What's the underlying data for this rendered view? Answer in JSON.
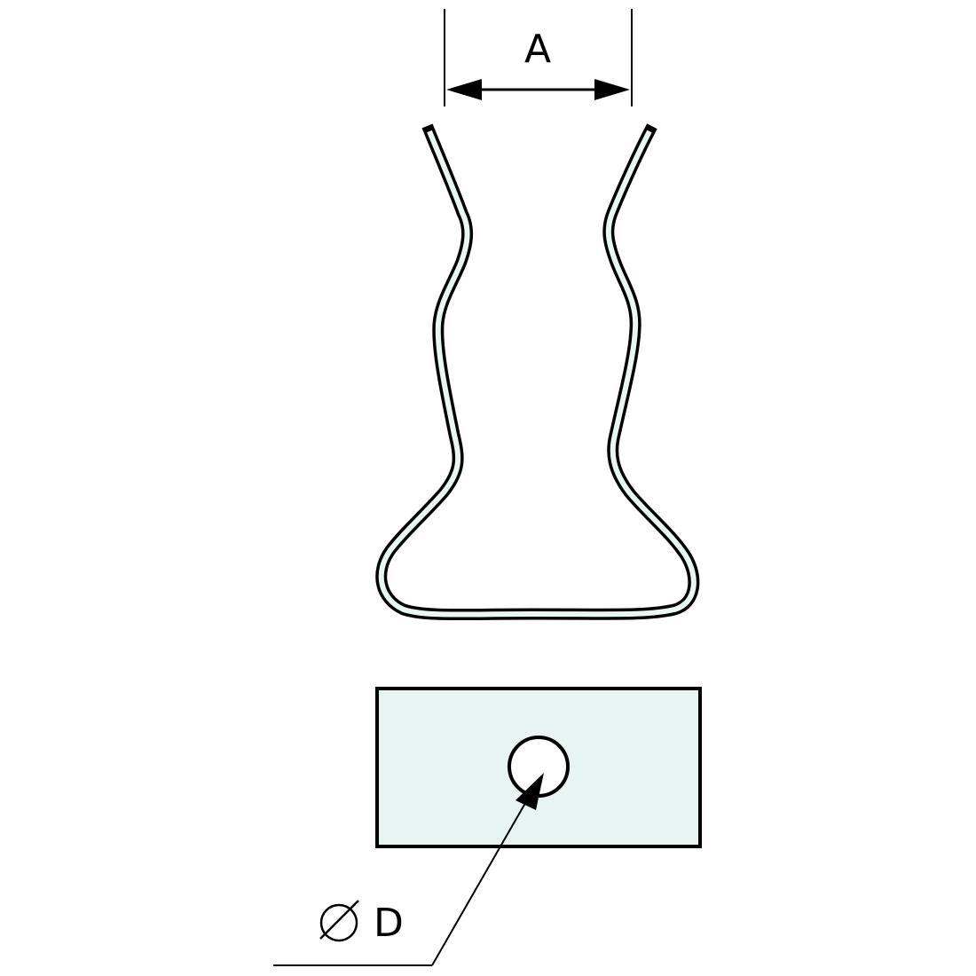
{
  "diagram": {
    "type": "technical drawing",
    "subject": "wire spring clip with mounting plate",
    "colors": {
      "line": "#000000",
      "wire_fill": "#e8f6f4",
      "plate_fill": "#e8f4f2",
      "background": "#ffffff"
    },
    "dimensions": {
      "width_label": "A",
      "hole_diameter_label": "D",
      "diameter_symbol": "⌀"
    },
    "views": [
      {
        "name": "side view",
        "content": "wire spring clip"
      },
      {
        "name": "top view",
        "content": "rectangular plate with round hole"
      }
    ]
  }
}
